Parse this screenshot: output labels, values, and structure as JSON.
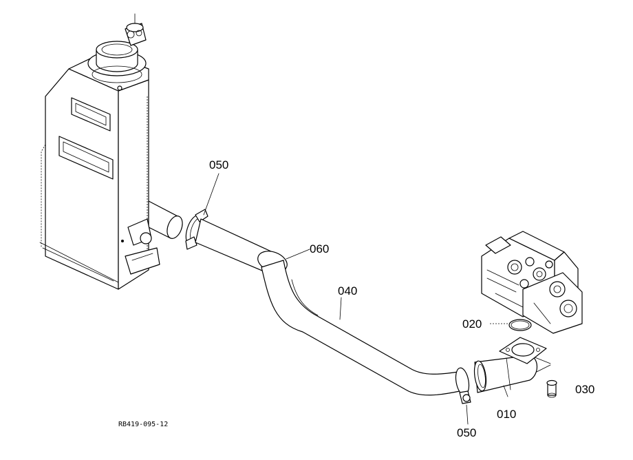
{
  "diagram": {
    "drawing_id": "RB419-095-12",
    "callouts": {
      "c050_top": "050",
      "c060": "060",
      "c040": "040",
      "c020": "020",
      "c030": "030",
      "c010": "010",
      "c050_bottom": "050"
    }
  }
}
